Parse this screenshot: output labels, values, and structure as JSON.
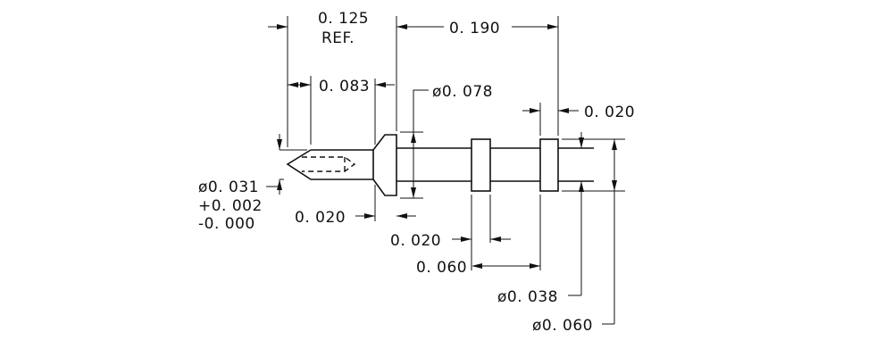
{
  "labels": {
    "head_ref_value": "0. 125",
    "head_ref_suffix": "REF.",
    "overall_length": "0. 190",
    "tip_length": "0. 083",
    "head_diameter": "ø0. 078",
    "collar_width_right": "0. 020",
    "tip_diameter": "ø0. 031",
    "tip_tol_plus": "+0. 002",
    "tip_tol_minus": "-0. 000",
    "head_thickness": "0. 020",
    "collar_width_left": "0. 020",
    "collar_spacing": "0. 060",
    "shank_diameter": "ø0. 038",
    "collar_diameter": "ø0. 060"
  }
}
